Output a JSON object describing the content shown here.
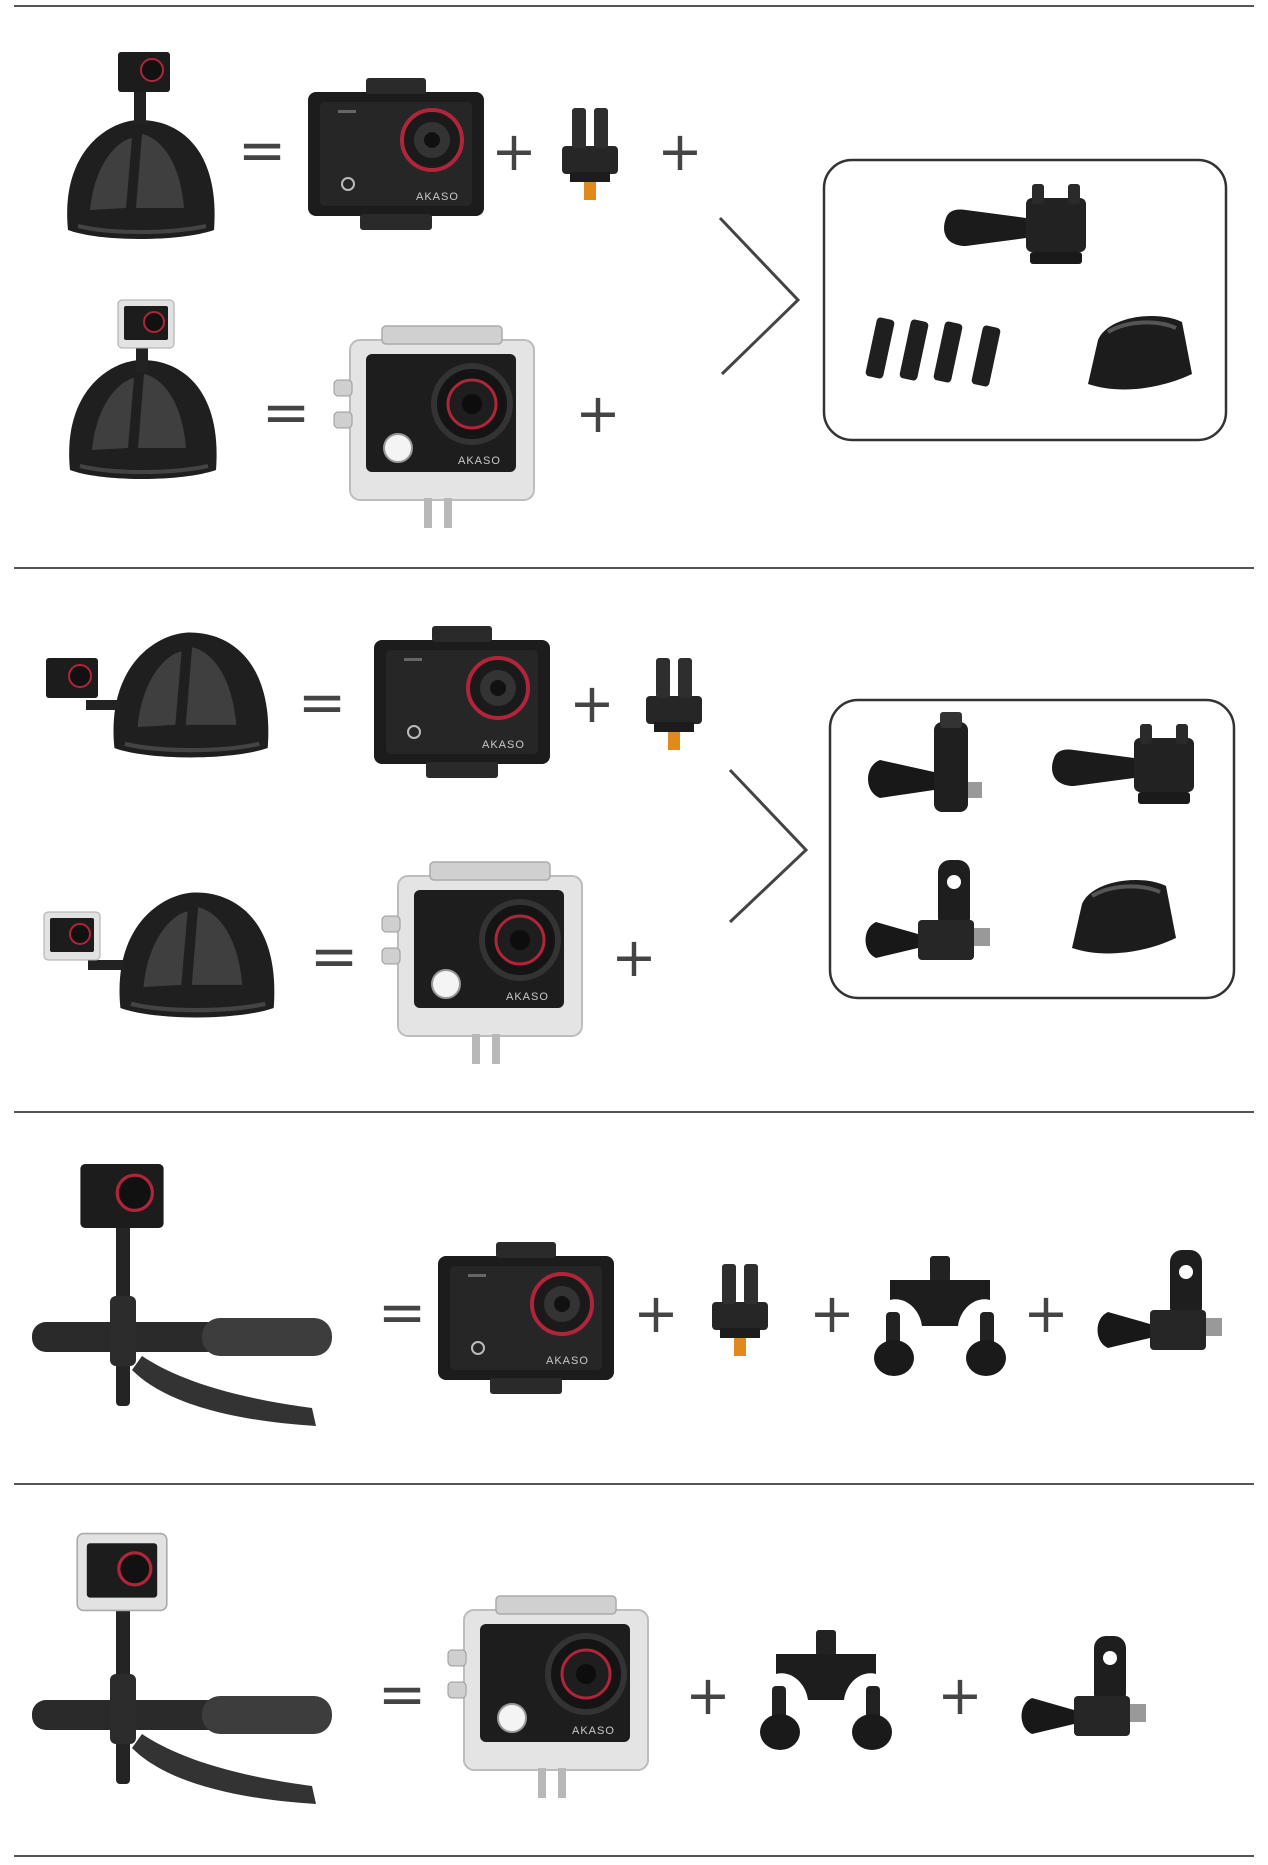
{
  "symbols": {
    "equals": "=",
    "plus": "+"
  },
  "brand_text": "AKASO",
  "colors": {
    "ink": "#1c1c1c",
    "rule": "#555555",
    "lens_ring": "#b0253a",
    "case": "#e4e4e4",
    "mount_orange": "#e08a1e"
  },
  "sections": [
    {
      "id": "helmet-top",
      "rows": [
        {
          "mount_icon": "helmet-top-camera-icon",
          "camera": "bare-camera-frame-icon",
          "parts": [
            "adapter-clip-icon"
          ]
        },
        {
          "mount_icon": "helmet-top-case-icon",
          "camera": "waterproof-case-camera-icon",
          "parts": []
        }
      ],
      "kit": [
        "thumb-screw-buckle-icon",
        "vented-helmet-strap-icon",
        "curved-adhesive-mount-icon"
      ]
    },
    {
      "id": "helmet-side",
      "rows": [
        {
          "mount_icon": "helmet-side-camera-icon",
          "camera": "bare-camera-frame-icon",
          "parts": [
            "adapter-clip-icon"
          ]
        },
        {
          "mount_icon": "helmet-side-case-icon",
          "camera": "waterproof-case-camera-icon",
          "parts": []
        }
      ],
      "kit": [
        "extension-arm-icon",
        "thumb-screw-buckle-icon",
        "j-hook-arm-icon",
        "curved-adhesive-mount-icon"
      ]
    },
    {
      "id": "handlebar-frame",
      "rows": [
        {
          "mount_icon": "handlebar-camera-icon",
          "camera": "bare-camera-frame-icon",
          "parts": [
            "adapter-clip-icon",
            "handlebar-clamp-icon",
            "j-hook-arm-icon"
          ]
        }
      ]
    },
    {
      "id": "handlebar-case",
      "rows": [
        {
          "mount_icon": "handlebar-case-icon",
          "camera": "waterproof-case-camera-icon",
          "parts": [
            "handlebar-clamp-icon",
            "j-hook-arm-icon"
          ]
        }
      ]
    }
  ]
}
